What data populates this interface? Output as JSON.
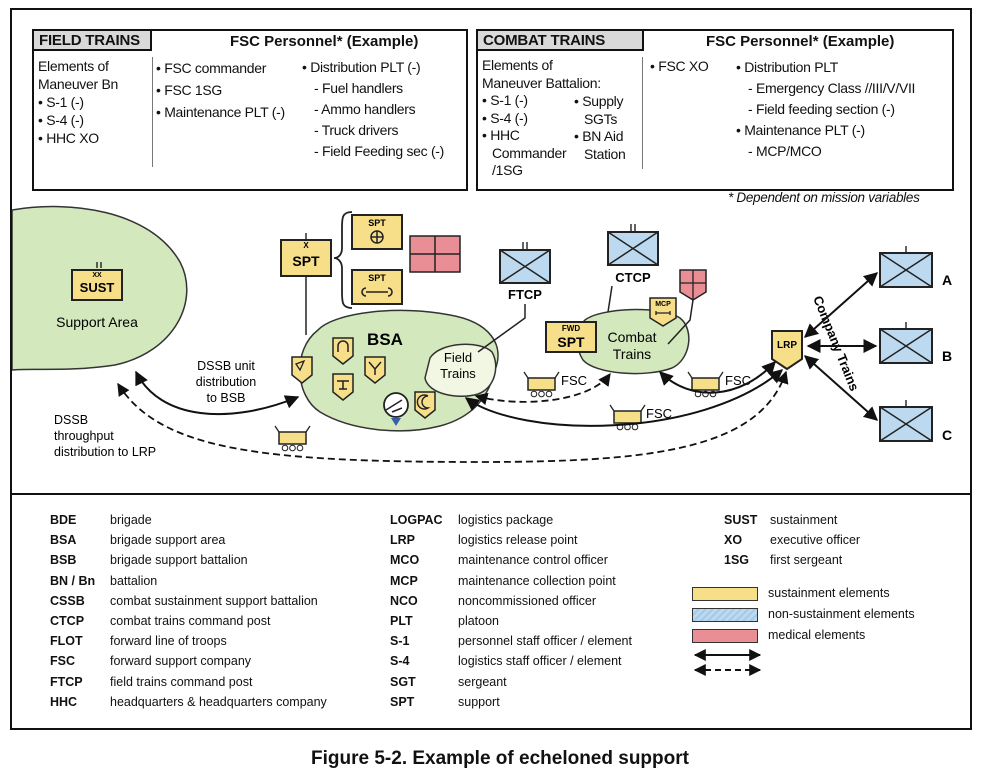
{
  "field_trains": {
    "title": "FIELD TRAINS",
    "personnel_header": "FSC Personnel* (Example)",
    "col1": [
      "Elements of",
      "Maneuver Bn",
      "• S-1 (-)",
      "• S-4 (-)",
      "• HHC XO"
    ],
    "col2": [
      "• FSC commander",
      "• FSC 1SG",
      "• Maintenance PLT (-)"
    ],
    "col3": [
      "• Distribution PLT (-)",
      "- Fuel handlers",
      "- Ammo handlers",
      "- Truck drivers",
      "- Field Feeding sec (-)"
    ]
  },
  "combat_trains": {
    "title": "COMBAT TRAINS",
    "personnel_header": "FSC Personnel* (Example)",
    "col1": [
      "Elements of",
      "Maneuver Battalion:",
      "• S-1 (-)",
      "• S-4 (-)",
      "• HHC",
      "Commander",
      "/1SG"
    ],
    "col2": [
      "• Supply",
      "SGTs",
      "• BN Aid",
      "Station"
    ],
    "col3": [
      "• FSC XO"
    ],
    "col4": [
      "• Distribution PLT",
      "- Emergency Class //III/V/VII",
      "- Field feeding section (-)",
      "• Maintenance PLT (-)",
      "- MCP/MCO"
    ]
  },
  "footnote": "* Dependent on mission variables",
  "diagram": {
    "sust_echelon": "XX",
    "sust": "SUST",
    "support_area": "Support Area",
    "spt_echelon": "X",
    "spt": "SPT",
    "spt_small": "SPT",
    "bsa": "BSA",
    "field_trains_1": "Field",
    "field_trains_2": "Trains",
    "ftcp": "FTCP",
    "ctcp": "CTCP",
    "fwd": "FWD",
    "fwd_spt": "SPT",
    "combat_trains_1": "Combat",
    "combat_trains_2": "Trains",
    "mcp": "MCP",
    "lrp": "LRP",
    "fsc": "FSC",
    "company_trains": "Company Trains",
    "company_a": "A",
    "company_b": "B",
    "company_c": "C",
    "dssb_unit_1": "DSSB unit",
    "dssb_unit_2": "distribution",
    "dssb_unit_3": "to BSB",
    "dssb_thru_1": "DSSB",
    "dssb_thru_2": "throughput",
    "dssb_thru_3": "distribution  to LRP"
  },
  "legend": {
    "col1": [
      {
        "abbr": "BDE",
        "def": "brigade"
      },
      {
        "abbr": "BSA",
        "def": "brigade support area"
      },
      {
        "abbr": "BSB",
        "def": "brigade support battalion"
      },
      {
        "abbr": "BN / Bn",
        "def": "battalion"
      },
      {
        "abbr": "CSSB",
        "def": "combat sustainment support battalion"
      },
      {
        "abbr": "CTCP",
        "def": "combat trains command post"
      },
      {
        "abbr": "FLOT",
        "def": "forward line of troops"
      },
      {
        "abbr": "FSC",
        "def": "forward support company"
      },
      {
        "abbr": "FTCP",
        "def": "field trains command post"
      },
      {
        "abbr": "HHC",
        "def": "headquarters & headquarters company"
      }
    ],
    "col2": [
      {
        "abbr": "LOGPAC",
        "def": "logistics package"
      },
      {
        "abbr": "LRP",
        "def": "logistics release point"
      },
      {
        "abbr": "MCO",
        "def": "maintenance control officer"
      },
      {
        "abbr": "MCP",
        "def": "maintenance collection point"
      },
      {
        "abbr": "NCO",
        "def": "noncommissioned officer"
      },
      {
        "abbr": "PLT",
        "def": "platoon"
      },
      {
        "abbr": "S-1",
        "def": "personnel staff officer / element"
      },
      {
        "abbr": "S-4",
        "def": "logistics staff officer / element"
      },
      {
        "abbr": "SGT",
        "def": "sergeant"
      },
      {
        "abbr": "SPT",
        "def": "support"
      }
    ],
    "col3": [
      {
        "abbr": "SUST",
        "def": "sustainment"
      },
      {
        "abbr": "XO",
        "def": "executive officer"
      },
      {
        "abbr": "1SG",
        "def": "first sergeant"
      }
    ],
    "swatches": [
      {
        "label": "sustainment elements",
        "color": "#f7df8a"
      },
      {
        "label": "non-sustainment elements",
        "color": "#bcd9ef"
      },
      {
        "label": "medical elements",
        "color": "#ea8e95"
      }
    ]
  },
  "caption": "Figure 5-2. Example of echeloned support",
  "colors": {
    "sustainment": "#f7df8a",
    "non_sustainment": "#bcd9ef",
    "medical": "#ea8e95",
    "area_fill": "#d3e9bd",
    "field_fill": "#f2f7e4"
  }
}
